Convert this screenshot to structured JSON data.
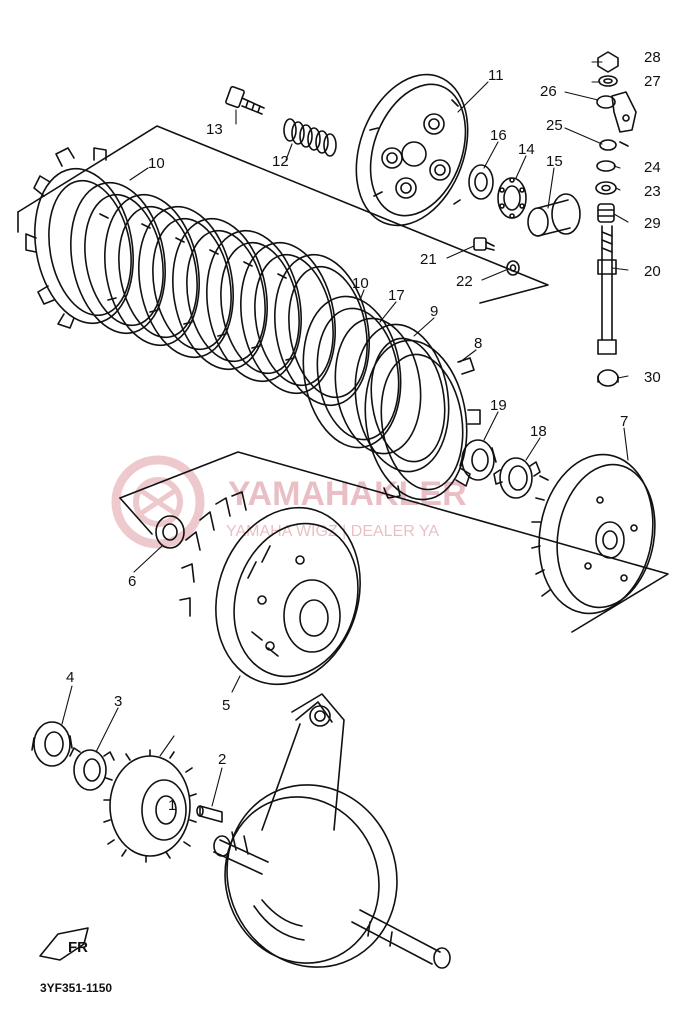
{
  "diagram": {
    "callouts": [
      "1",
      "2",
      "3",
      "4",
      "5",
      "6",
      "7",
      "8",
      "9",
      "10",
      "11",
      "12",
      "13",
      "14",
      "15",
      "16",
      "17",
      "18",
      "19",
      "20",
      "21",
      "22",
      "23",
      "24",
      "25",
      "26",
      "27",
      "28",
      "29",
      "30"
    ],
    "drawing_code": "3YF351-1150",
    "watermark_brand": "YAMAHAKLER",
    "watermark_sub": "YAMAHA WIGZ | DEALER YA",
    "fr_icon": "FR",
    "colors": {
      "line": "#111111",
      "watermark": "#e7b9bf"
    }
  }
}
